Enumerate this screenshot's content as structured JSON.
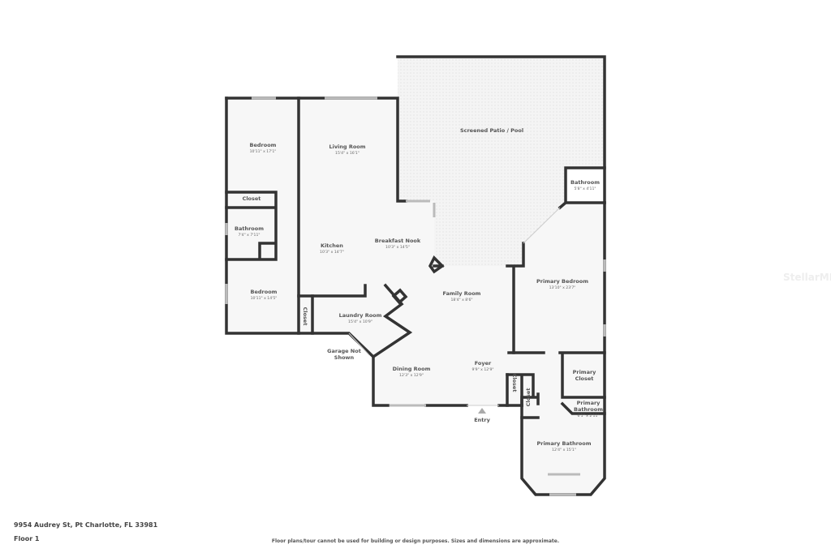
{
  "address": "9954 Audrey St, Pt Charlotte, FL 33981",
  "floor": "Floor 1",
  "disclaimer": "Floor plans/tour cannot be used for building or design purposes. Sizes and dimensions are approximate.",
  "watermark": "StellarMLS",
  "rooms": {
    "bedroom1": {
      "name": "Bedroom",
      "dims": "10'11\" x 17'1\""
    },
    "closet1": {
      "name": "Closet"
    },
    "bathroom1": {
      "name": "Bathroom",
      "dims": "7'4\" x 7'11\""
    },
    "bedroom2": {
      "name": "Bedroom",
      "dims": "10'11\" x 14'5\""
    },
    "closet2": {
      "name": "Closet"
    },
    "living": {
      "name": "Living Room",
      "dims": "15'4\" x 16'1\""
    },
    "kitchen": {
      "name": "Kitchen",
      "dims": "10'3\" x 14'7\""
    },
    "nook": {
      "name": "Breakfast Nook",
      "dims": "10'3\" x 14'5\""
    },
    "patio": {
      "name": "Screened Patio / Pool"
    },
    "bathroom2": {
      "name": "Bathroom",
      "dims": "5'8\" x 4'11\""
    },
    "laundry": {
      "name": "Laundry Room",
      "dims": "15'4\" x 10'9\""
    },
    "garage": {
      "line1": "Garage Not",
      "line2": "Shown"
    },
    "family": {
      "name": "Family Room",
      "dims": "18'4\" x 8'6\""
    },
    "primary_bed": {
      "name": "Primary Bedroom",
      "dims": "13'10\" x 23'7\""
    },
    "dining": {
      "name": "Dining Room",
      "dims": "12'3\" x 12'9\""
    },
    "foyer": {
      "name": "Foyer",
      "dims": "9'9\" x 12'9\""
    },
    "closet3": {
      "name": "Closet"
    },
    "closet4": {
      "name": "Closet"
    },
    "primary_closet": {
      "line1": "Primary",
      "line2": "Closet"
    },
    "primary_bath_small": {
      "line1": "Primary",
      "line2": "Bathroom",
      "dims": "6'1\" x 2'11\""
    },
    "primary_bath": {
      "name": "Primary Bathroom",
      "dims": "12'4\" x 15'1\""
    },
    "entry": {
      "name": "Entry"
    }
  }
}
